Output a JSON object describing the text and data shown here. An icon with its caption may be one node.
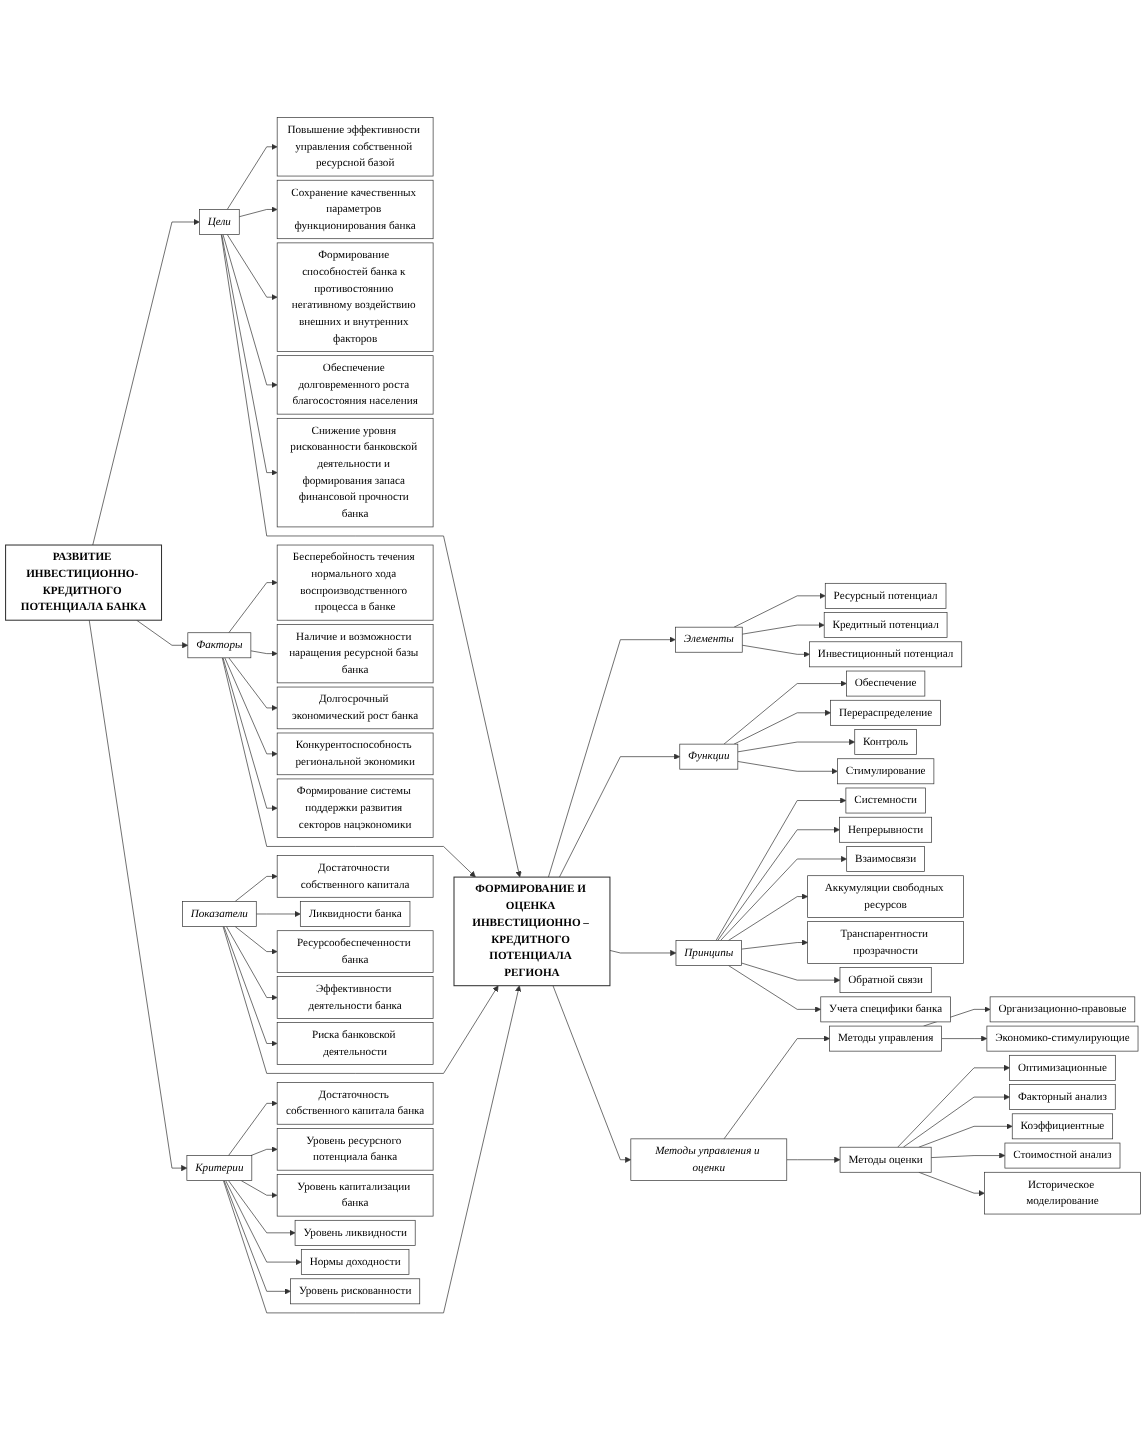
{
  "diagram": {
    "nodes": [
      {
        "text": [
          "РАЗВИТИЕ ИНВЕСТИЦИОННО- КРЕДИТНОГО ПОТЕНЦИАЛА БАНКА"
        ]
      },
      {
        "text": [
          "Цели"
        ]
      },
      {
        "text": [
          "Повышение эффективности управления собственной ресурсной базой"
        ]
      },
      {
        "text": [
          "Сохранение качественных параметров функционирования банка"
        ]
      },
      {
        "text": [
          "Формирование способностей банка к противостоянию негативному воздействию внешних и внутренних факторов"
        ]
      },
      {
        "text": [
          "Обеспечение долговременного роста благосостояния населения"
        ]
      },
      {
        "text": [
          "Снижение уровня рискованности банковской деятельности и формирования запаса финансовой прочности банка"
        ]
      },
      {
        "text": [
          "Факторы"
        ]
      },
      {
        "text": [
          "Бесперебойность течения нормального хода воспроизводственного процесса в банке"
        ]
      },
      {
        "text": [
          "Наличие и возможности наращения ресурсной базы банка"
        ]
      },
      {
        "text": [
          "Долгосрочный экономический рост банка"
        ]
      },
      {
        "text": [
          "Конкурентоспособность региональной экономики"
        ]
      },
      {
        "text": [
          "Формирование системы поддержки развития секторов нацэкономики"
        ]
      },
      {
        "text": [
          "Показатели"
        ]
      },
      {
        "text": [
          "Достаточности собственного капитала"
        ]
      },
      {
        "text": [
          "Ликвидности банка"
        ]
      },
      {
        "text": [
          "Ресурсообеспеченности банка"
        ]
      },
      {
        "text": [
          "Эффективности деятельности банка"
        ]
      },
      {
        "text": [
          "Риска банковской деятельности"
        ]
      },
      {
        "text": [
          "Критерии"
        ]
      },
      {
        "text": [
          "Достаточность собственного капитала банка"
        ]
      },
      {
        "text": [
          "Уровень ресурсного потенциала банка"
        ]
      },
      {
        "text": [
          "Уровень капитализации банка"
        ]
      },
      {
        "text": [
          "Уровень ликвидности"
        ]
      },
      {
        "text": [
          "Нормы доходности"
        ]
      },
      {
        "text": [
          "Уровень рискованности"
        ]
      },
      {
        "text": [
          "ФОРМИРОВАНИЕ И ОЦЕНКА ИНВЕСТИЦИОННО – КРЕДИТНОГО ПОТЕНЦИАЛА РЕГИОНА"
        ]
      },
      {
        "text": [
          "Элементы"
        ]
      },
      {
        "text": [
          "Ресурсный потенциал"
        ]
      },
      {
        "text": [
          "Кредитный потенциал"
        ]
      },
      {
        "text": [
          "Инвестиционный потенциал"
        ]
      },
      {
        "text": [
          "Функции"
        ]
      },
      {
        "text": [
          "Обеспечение"
        ]
      },
      {
        "text": [
          "Перераспределение"
        ]
      },
      {
        "text": [
          "Контроль"
        ]
      },
      {
        "text": [
          "Стимулирование"
        ]
      },
      {
        "text": [
          "Принципы"
        ]
      },
      {
        "text": [
          "Системности"
        ]
      },
      {
        "text": [
          "Непрерывности"
        ]
      },
      {
        "text": [
          "Взаимосвязи"
        ]
      },
      {
        "text": [
          "Аккумуляции свободных ресурсов"
        ]
      },
      {
        "text": [
          "Транспарентности прозрачности"
        ]
      },
      {
        "text": [
          "Обратной связи"
        ]
      },
      {
        "text": [
          "Учета специфики банка"
        ]
      },
      {
        "text": [
          "Методы управления и оценки"
        ]
      },
      {
        "text": [
          "Методы управления"
        ]
      },
      {
        "text": [
          "Организационно-правовые"
        ]
      },
      {
        "text": [
          "Экономико-стимулирующие"
        ]
      },
      {
        "text": [
          "Методы оценки"
        ]
      },
      {
        "text": [
          "Оптимизационные"
        ]
      },
      {
        "text": [
          "Факторный анализ"
        ]
      },
      {
        "text": [
          "Коэффициентные"
        ]
      },
      {
        "text": [
          "Стоимостной анализ"
        ]
      },
      {
        "text": [
          "Историческое моделирование"
        ]
      }
    ],
    "edges": [
      {
        "from": 0,
        "to": 1,
        "arrow": "to"
      },
      {
        "from": 0,
        "to": 7,
        "arrow": "to"
      },
      {
        "from": 0,
        "to": 19,
        "arrow": "to"
      },
      {
        "from": 1,
        "to": 2,
        "arrow": "to"
      },
      {
        "from": 1,
        "to": 3,
        "arrow": "to"
      },
      {
        "from": 1,
        "to": 4,
        "arrow": "to"
      },
      {
        "from": 1,
        "to": 5,
        "arrow": "to"
      },
      {
        "from": 1,
        "to": 6,
        "arrow": "to"
      },
      {
        "from": 7,
        "to": 8,
        "arrow": "to"
      },
      {
        "from": 7,
        "to": 9,
        "arrow": "to"
      },
      {
        "from": 7,
        "to": 10,
        "arrow": "to"
      },
      {
        "from": 7,
        "to": 11,
        "arrow": "to"
      },
      {
        "from": 7,
        "to": 12,
        "arrow": "to"
      },
      {
        "from": 13,
        "to": 14,
        "arrow": "to"
      },
      {
        "from": 13,
        "to": 15,
        "arrow": "to"
      },
      {
        "from": 13,
        "to": 16,
        "arrow": "to"
      },
      {
        "from": 13,
        "to": 17,
        "arrow": "to"
      },
      {
        "from": 13,
        "to": 18,
        "arrow": "to"
      },
      {
        "from": 19,
        "to": 20,
        "arrow": "to"
      },
      {
        "from": 19,
        "to": 21,
        "arrow": "to"
      },
      {
        "from": 19,
        "to": 22,
        "arrow": "to"
      },
      {
        "from": 19,
        "to": 23,
        "arrow": "to"
      },
      {
        "from": 19,
        "to": 24,
        "arrow": "to"
      },
      {
        "from": 19,
        "to": 25,
        "arrow": "to"
      },
      {
        "from": 1,
        "to": 26,
        "arrow": "to"
      },
      {
        "from": 7,
        "to": 26,
        "arrow": "to"
      },
      {
        "from": 13,
        "to": 26,
        "arrow": "to"
      },
      {
        "from": 19,
        "to": 26,
        "arrow": "to"
      },
      {
        "from": 26,
        "to": 27,
        "arrow": "to"
      },
      {
        "from": 26,
        "to": 31,
        "arrow": "to"
      },
      {
        "from": 26,
        "to": 36,
        "arrow": "to"
      },
      {
        "from": 26,
        "to": 44,
        "arrow": "to"
      },
      {
        "from": 27,
        "to": 28,
        "arrow": "to"
      },
      {
        "from": 27,
        "to": 29,
        "arrow": "to"
      },
      {
        "from": 27,
        "to": 30,
        "arrow": "to"
      },
      {
        "from": 31,
        "to": 32,
        "arrow": "to"
      },
      {
        "from": 31,
        "to": 33,
        "arrow": "to"
      },
      {
        "from": 31,
        "to": 34,
        "arrow": "to"
      },
      {
        "from": 31,
        "to": 35,
        "arrow": "to"
      },
      {
        "from": 36,
        "to": 37,
        "arrow": "to"
      },
      {
        "from": 36,
        "to": 38,
        "arrow": "to"
      },
      {
        "from": 36,
        "to": 39,
        "arrow": "to"
      },
      {
        "from": 36,
        "to": 40,
        "arrow": "to"
      },
      {
        "from": 36,
        "to": 41,
        "arrow": "to"
      },
      {
        "from": 36,
        "to": 42,
        "arrow": "to"
      },
      {
        "from": 36,
        "to": 43,
        "arrow": "to"
      },
      {
        "from": 44,
        "to": 45,
        "arrow": "to"
      },
      {
        "from": 44,
        "to": 48,
        "arrow": "to"
      },
      {
        "from": 45,
        "to": 46,
        "arrow": "to"
      },
      {
        "from": 45,
        "to": 47,
        "arrow": "to"
      },
      {
        "from": 48,
        "to": 49,
        "arrow": "to"
      },
      {
        "from": 48,
        "to": 50,
        "arrow": "to"
      },
      {
        "from": 48,
        "to": 51,
        "arrow": "to"
      },
      {
        "from": 48,
        "to": 52,
        "arrow": "to"
      },
      {
        "from": 48,
        "to": 53,
        "arrow": "to"
      }
    ]
  }
}
